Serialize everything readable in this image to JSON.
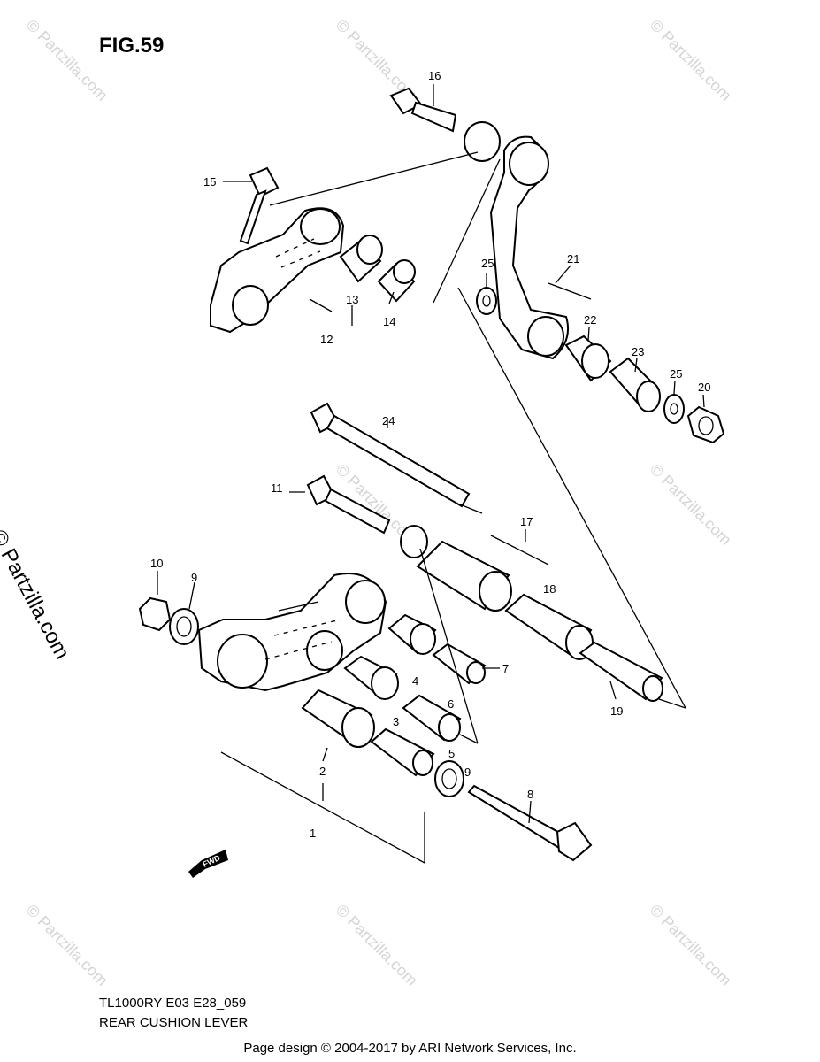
{
  "figure_title": "FIG.59",
  "model_code": "TL1000RY E03 E28_059",
  "diagram_name": "REAR CUSHION LEVER",
  "footer": "Page design © 2004-2017 by ARI Network Services, Inc.",
  "side_brand": "© Partzilla.com",
  "watermark": "© Partzilla.com",
  "fwd_label": "FWD",
  "callouts": {
    "c1": "1",
    "c2": "2",
    "c3": "3",
    "c4": "4",
    "c5": "5",
    "c6": "6",
    "c7": "7",
    "c8": "8",
    "c9a": "9",
    "c9b": "9",
    "c10": "10",
    "c11": "11",
    "c12": "12",
    "c13": "13",
    "c14": "14",
    "c15": "15",
    "c16": "16",
    "c17": "17",
    "c18": "18",
    "c19": "19",
    "c20": "20",
    "c21": "21",
    "c22": "22",
    "c23": "23",
    "c24": "24",
    "c25a": "25",
    "c25b": "25"
  }
}
